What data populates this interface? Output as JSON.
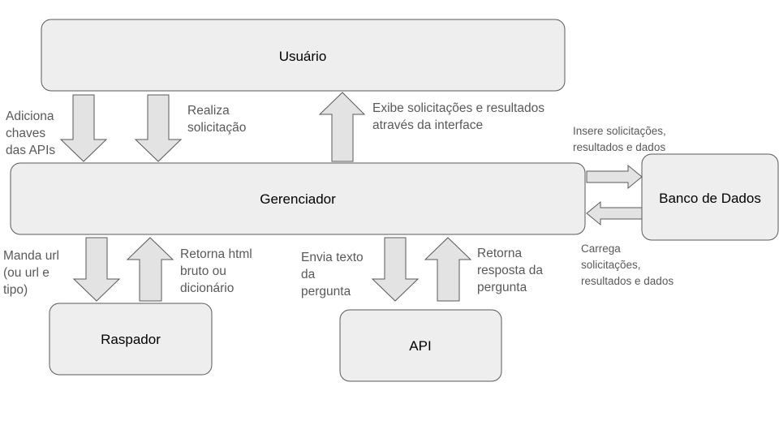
{
  "nodes": {
    "usuario": "Usuário",
    "gerenciador": "Gerenciador",
    "banco": "Banco de Dados",
    "raspador": "Raspador",
    "api": "API"
  },
  "edges": {
    "adiciona_chaves": [
      "Adiciona",
      "chaves",
      "das APIs"
    ],
    "realiza_solicitacao": [
      "Realiza",
      "solicitação"
    ],
    "exibe": [
      "Exibe solicitações e resultados",
      "através da interface"
    ],
    "insere": [
      "Insere solicitações,",
      "resultados e dados"
    ],
    "carrega": [
      "Carrega",
      "solicitações,",
      "resultados e dados"
    ],
    "manda_url": [
      "Manda url",
      "(ou url e",
      "tipo)"
    ],
    "retorna_html": [
      "Retorna html",
      "bruto ou",
      "dicionário"
    ],
    "envia_texto": [
      "Envia texto",
      "da",
      "pergunta"
    ],
    "retorna_resposta": [
      "Retorna",
      "resposta da",
      "pergunta"
    ]
  }
}
